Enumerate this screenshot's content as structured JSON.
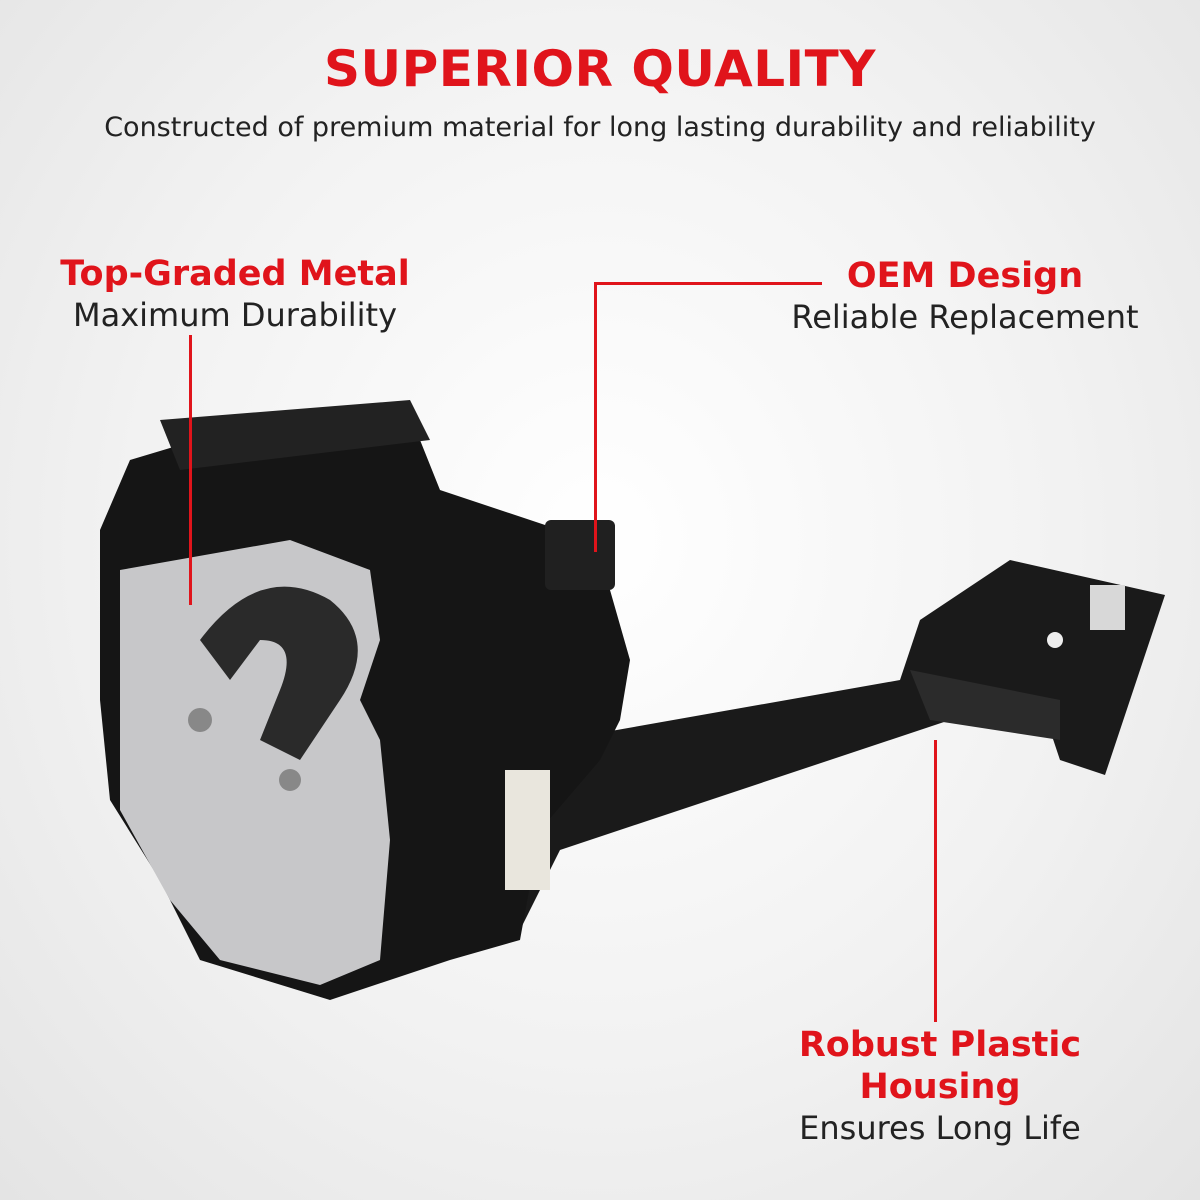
{
  "header": {
    "title": "SUPERIOR QUALITY",
    "subtitle": "Constructed of premium material for long lasting durability and reliability"
  },
  "callouts": [
    {
      "heading": "Top-Graded Metal",
      "text": "Maximum Durability"
    },
    {
      "heading": "OEM Design",
      "text": "Reliable Replacement"
    },
    {
      "heading": "Robust Plastic Housing",
      "heading_line1": "Robust Plastic",
      "heading_line2": "Housing",
      "text": "Ensures Long Life"
    }
  ],
  "colors": {
    "accent": "#e0141b",
    "text": "#222222"
  }
}
